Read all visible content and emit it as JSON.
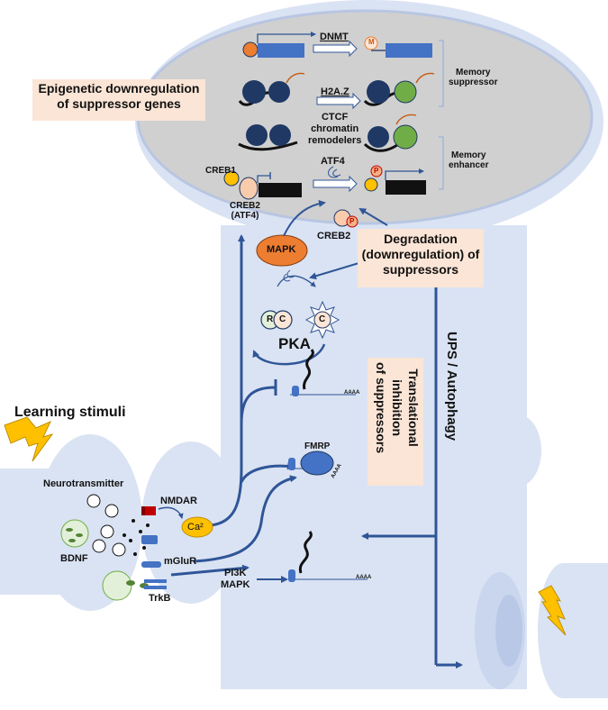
{
  "labels": {
    "dnmt": "DNMT",
    "m_mark": "M",
    "memory_suppressor": "Memory\nsuppressor",
    "h2az": "H2A.Z",
    "ctcf": "CTCF\nchromatin\nremodelers",
    "memory_enhancer": "Memory\nenhancer",
    "creb1": "CREB1",
    "creb2_atf4": "CREB2\n(ATF4)",
    "atf4": "ATF4",
    "creb2": "CREB2",
    "p_mark": "P",
    "mapk": "MAPK",
    "pka": "PKA",
    "r": "R",
    "c": "C",
    "aaaa": "AAAA",
    "fmrp": "FMRP",
    "learning_stimuli": "Learning stimuli",
    "neurotransmitter": "Neurotransmitter",
    "nmdar": "NMDAR",
    "ca": "Ca²",
    "bdnf": "BDNF",
    "mglur": "mGluR",
    "trkb": "TrkB",
    "pi3k_mapk": "PI3K\nMAPK",
    "ups_autophagy": "UPS / Autophagy"
  },
  "boxes": {
    "epigenetic": "Epigenetic downregulation\nof suppressor genes",
    "degradation": "Degradation\n(downregulation) of\nsuppressors",
    "translational": "Translational\ninhibition\nof suppressors"
  },
  "colors": {
    "cell": "#dae3f3",
    "nucleus": "#d0d0d0",
    "pathway": "#2f5597",
    "dark_blue": "#1f3864",
    "gene_blue": "#4472c4",
    "orange": "#ed7d31",
    "yellow": "#ffc000",
    "green": "#70ad47",
    "peach": "#f8cbad",
    "box": "#fbe5d6",
    "bolt": "#ffc000"
  },
  "icons": [
    "lightning-icon",
    "vesicle-icon",
    "receptor-icon",
    "nucleosome-icon",
    "mrna-icon"
  ]
}
